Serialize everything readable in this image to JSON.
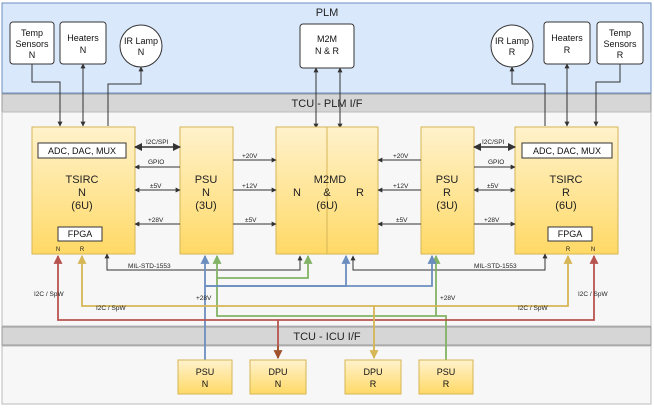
{
  "colors": {
    "region_fill": "#dae8fc",
    "band_fill": "#d6d6d6",
    "tcu_fill": "#f7f7f7",
    "unit_fill": "#ffd966",
    "unit_stroke": "#d6b656",
    "bus_red": "#b85450",
    "bus_yellow": "#d6b656",
    "bus_blue": "#6c8ebf",
    "bus_green": "#82b366",
    "line": "#333333",
    "brown": "#a0522d"
  },
  "plm": {
    "title": "PLM",
    "temp_n": [
      "Temp",
      "Sensors",
      "N"
    ],
    "heaters_n": [
      "Heaters",
      "N"
    ],
    "irlamp_n": [
      "IR Lamp",
      "N"
    ],
    "m2m": [
      "M2M",
      "N & R"
    ],
    "irlamp_r": [
      "IR Lamp",
      "R"
    ],
    "heaters_r": [
      "Heaters",
      "R"
    ],
    "temp_r": [
      "Temp",
      "Sensors",
      "R"
    ]
  },
  "tcu_plm_if": "TCU - PLM I/F",
  "tcu_icu_if": "TCU - ICU I/F",
  "tsirc_n": {
    "adc": "ADC, DAC, MUX",
    "name": [
      "TSIRC",
      "N",
      "(6U)"
    ],
    "fpga": "FPGA",
    "port_n": "N",
    "port_r": "R"
  },
  "tsirc_r": {
    "adc": "ADC, DAC, MUX",
    "name": [
      "TSIRC",
      "R",
      "(6U)"
    ],
    "fpga": "FPGA",
    "port_r": "R",
    "port_n": "N"
  },
  "psu_n": [
    "PSU",
    "N",
    "(3U)"
  ],
  "psu_r": [
    "PSU",
    "R",
    "(3U)"
  ],
  "m2md": {
    "left": "N",
    "mid": [
      "M2MD",
      "&",
      "(6U)"
    ],
    "right": "R"
  },
  "labels": {
    "i2c_spi": "I2C/SPI",
    "gpio": "GPIO",
    "v20": "+20V",
    "v12": "+12V",
    "v5pm": "±5V",
    "v28": "+28V",
    "v5": "±5V",
    "mil": "MIL-STD-1553",
    "i2c_spw": "I2C / SpW",
    "v28_bus": "+28V"
  },
  "icu": {
    "psu_n": [
      "PSU",
      "N"
    ],
    "dpu_n": [
      "DPU",
      "N"
    ],
    "dpu_r": [
      "DPU",
      "R"
    ],
    "psu_r": [
      "PSU",
      "R"
    ]
  }
}
